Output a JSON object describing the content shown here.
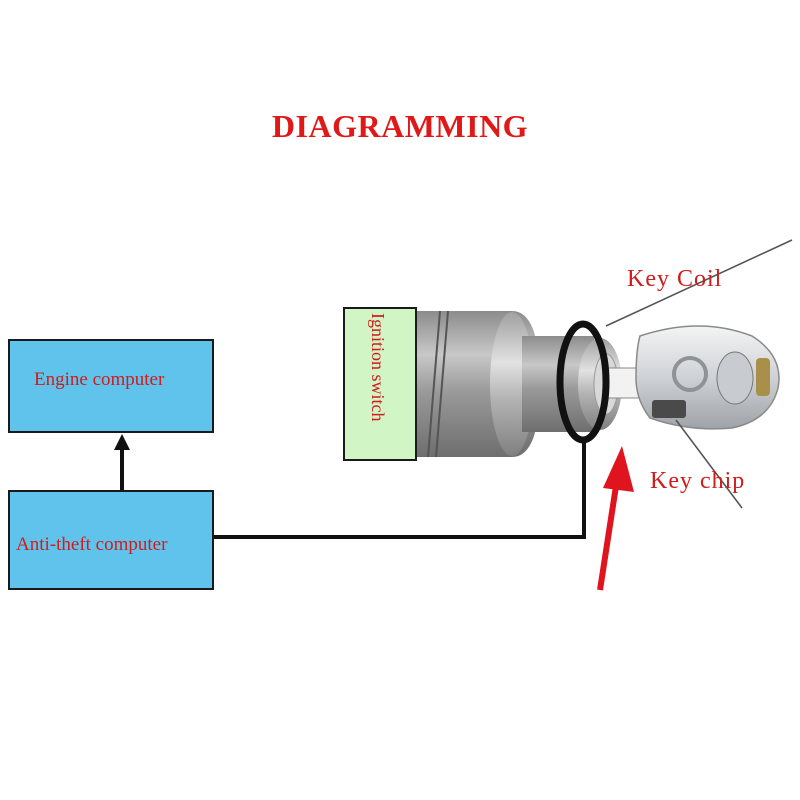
{
  "title": "DIAGRAMMING",
  "colors": {
    "title": "#e01818",
    "box_fill": "#5fc3ec",
    "label_text": "#d01c1c",
    "switch_fill": "#d2f5c6",
    "pointer_arrow": "#e0141e"
  },
  "blocks": {
    "engine_computer": "Engine computer",
    "anti_theft_computer": "Anti-theft computer",
    "ignition_switch": "Ignition switch"
  },
  "callouts": {
    "key_coil": "Key Coil",
    "key_chip": "Key chip"
  }
}
